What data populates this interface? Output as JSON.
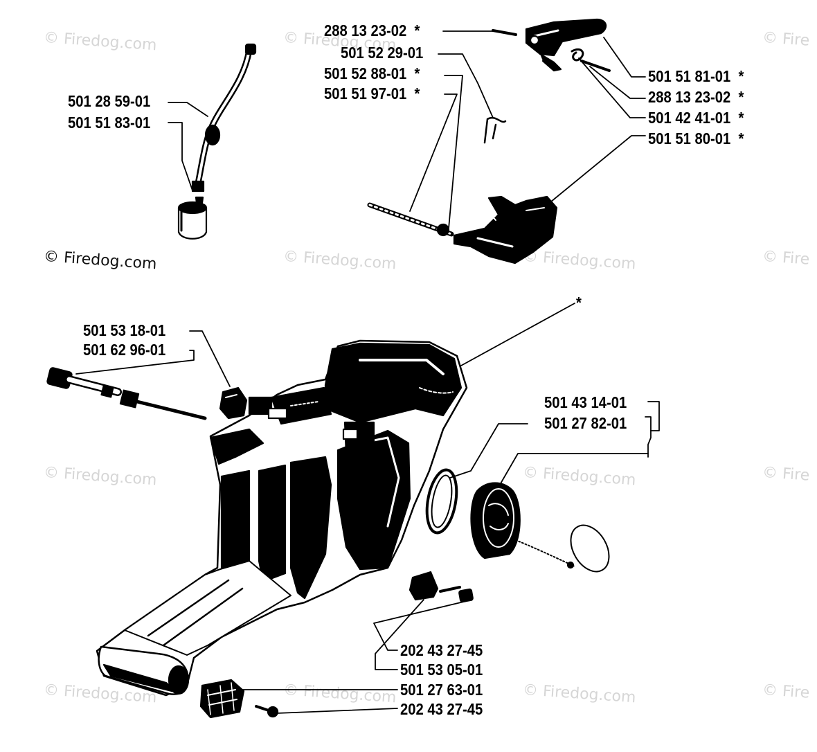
{
  "colors": {
    "ink": "#000000",
    "watermark": "#d6d6d6",
    "background": "#ffffff"
  },
  "watermark": {
    "text": "© Firedog.com",
    "partial": "© Fire",
    "main": "© Firedog.com"
  },
  "parts": {
    "p_288_13_23_02_a": "288 13 23-02  *",
    "p_501_52_29_01": "501 52 29-01",
    "p_501_52_88_01": "501 52 88-01  *",
    "p_501_51_97_01": "501 51 97-01  *",
    "p_501_51_81_01": "501 51 81-01  *",
    "p_288_13_23_02_b": "288 13 23-02  *",
    "p_501_42_41_01": "501 42 41-01  *",
    "p_501_51_80_01": "501 51 80-01  *",
    "p_501_28_59_01": "501 28 59-01",
    "p_501_51_83_01": "501 51 83-01",
    "p_501_53_18_01": "501 53 18-01",
    "p_501_62_96_01": "501 62 96-01",
    "p_housing_star": "*",
    "p_501_43_14_01": "501 43 14-01",
    "p_501_27_82_01": "501 27 82-01",
    "p_202_43_27_45_a": "202 43 27-45",
    "p_501_53_05_01": "501 53 05-01",
    "p_501_27_63_01": "501 27 63-01",
    "p_202_43_27_45_b": "202 43 27-45"
  }
}
